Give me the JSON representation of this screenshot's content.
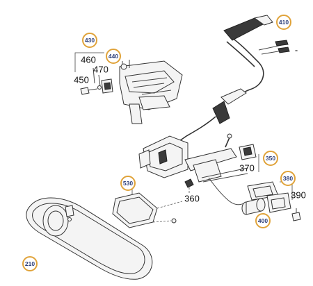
{
  "diagram": {
    "callouts": [
      {
        "id": "c410",
        "label": "410"
      },
      {
        "id": "c430",
        "label": "430"
      },
      {
        "id": "c440",
        "label": "440"
      },
      {
        "id": "c350",
        "label": "350"
      },
      {
        "id": "c380",
        "label": "380"
      },
      {
        "id": "c530",
        "label": "530"
      },
      {
        "id": "c400",
        "label": "400"
      },
      {
        "id": "c210",
        "label": "210"
      }
    ],
    "labels": [
      {
        "id": "l460",
        "label": "460"
      },
      {
        "id": "l470",
        "label": "470"
      },
      {
        "id": "l450",
        "label": "450"
      },
      {
        "id": "l370",
        "label": "370"
      },
      {
        "id": "l360",
        "label": "360"
      },
      {
        "id": "l390",
        "label": "390"
      },
      {
        "id": "lminus",
        "label": "-"
      }
    ],
    "accent_color": "#e0a33a",
    "callout_text_color": "#2d3f7a"
  }
}
